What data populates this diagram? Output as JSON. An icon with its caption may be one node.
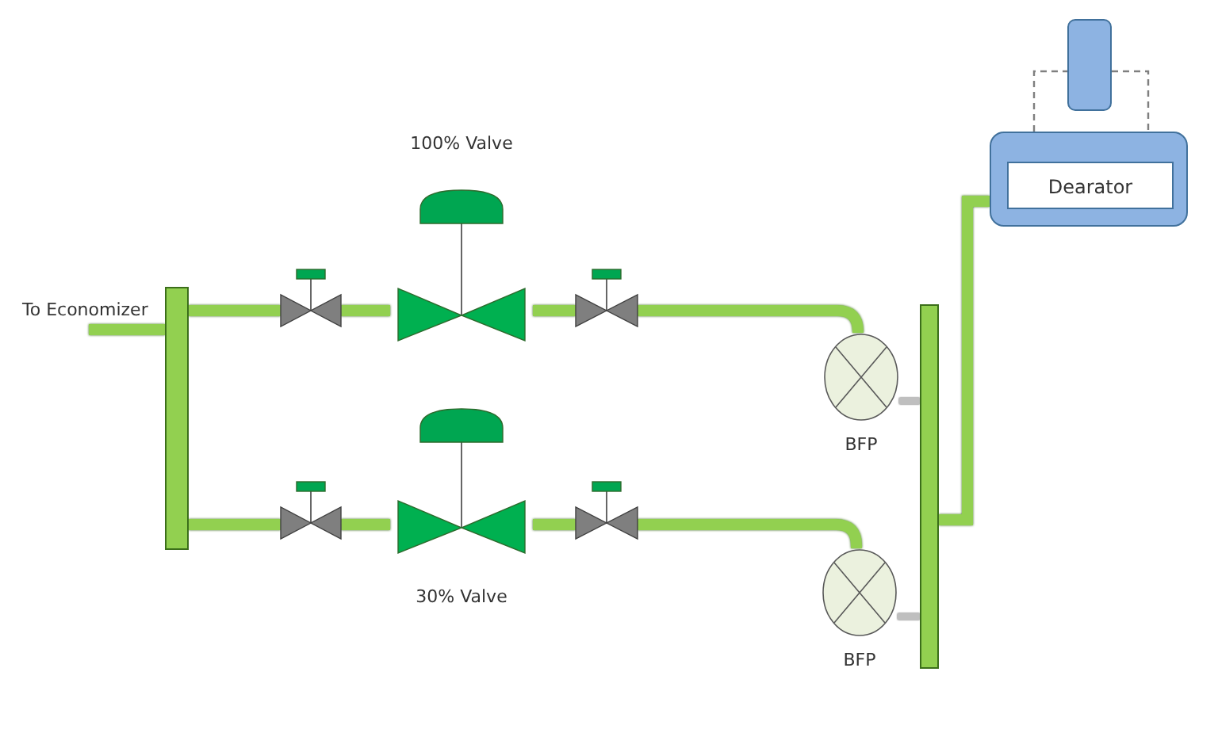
{
  "diagram": {
    "nodes": [
      {
        "text": [],
        "shape": "bar"
      },
      {
        "text": [],
        "shape": "valve"
      },
      {
        "text": [
          "100% Valve"
        ]
      },
      {
        "text": [],
        "shape": "valve"
      },
      {
        "text": [
          "BFP"
        ]
      },
      {
        "text": [],
        "shape": "valve"
      },
      {
        "text": [
          "30% Valve"
        ]
      },
      {
        "text": [],
        "shape": "valve"
      },
      {
        "text": [
          "BFP"
        ]
      },
      {
        "text": [],
        "shape": "bar"
      },
      {
        "text": [
          "Dearator"
        ]
      },
      {
        "text": [],
        "shape": "box"
      }
    ],
    "edges": [
      {
        "from": 0,
        "to": null,
        "arrow": "none"
      },
      {
        "from": 0,
        "to": 1,
        "arrow": "none"
      },
      {
        "from": 1,
        "to": 2,
        "arrow": "none"
      },
      {
        "from": 2,
        "to": 3,
        "arrow": "none"
      },
      {
        "from": 3,
        "to": 4,
        "arrow": "none"
      },
      {
        "from": 0,
        "to": 5,
        "arrow": "none"
      },
      {
        "from": 5,
        "to": 6,
        "arrow": "none"
      },
      {
        "from": 6,
        "to": 7,
        "arrow": "none"
      },
      {
        "from": 7,
        "to": 8,
        "arrow": "none"
      },
      {
        "from": 4,
        "to": 9,
        "arrow": "none",
        "color": "#bfbfbf"
      },
      {
        "from": 8,
        "to": 9,
        "arrow": "none",
        "color": "#bfbfbf"
      },
      {
        "from": 9,
        "to": 10,
        "arrow": "none"
      },
      {
        "from": 10,
        "to": 11,
        "arrow": "none",
        "style": "dashed",
        "color": "#7f7f7f"
      },
      {
        "from": 11,
        "to": 10,
        "arrow": "none",
        "style": "dashed",
        "color": "#7f7f7f"
      }
    ],
    "labels": [
      "To Economizer"
    ]
  }
}
